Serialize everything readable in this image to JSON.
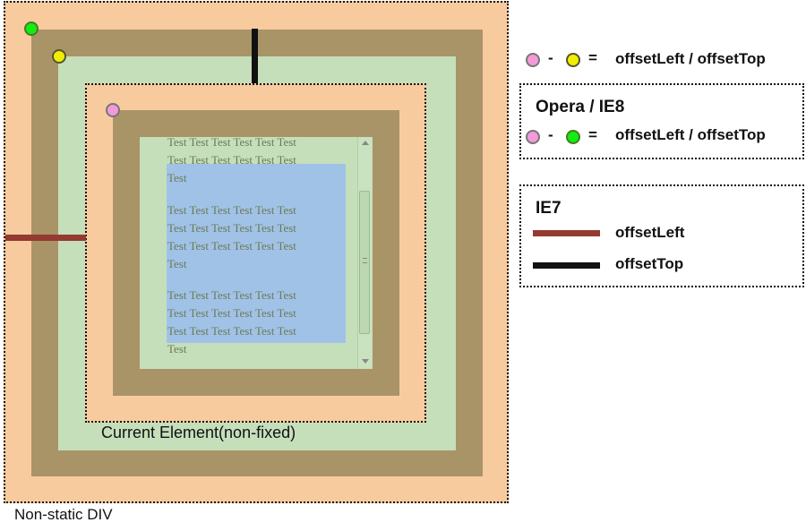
{
  "outer_label": "Non-static DIV",
  "current_label": "Current Element(non-fixed)",
  "content_lines": [
    "Test Test Test Test Test Test",
    "Test Test Test Test Test Test",
    "Test",
    "",
    "Test Test Test Test Test Test",
    "Test Test Test Test Test Test",
    "Test Test Test Test Test Test",
    "Test",
    "",
    "Test Test Test Test Test Test",
    "Test Test Test Test Test Test",
    "Test Test Test Test Test Test",
    "Test"
  ],
  "legend": {
    "top": {
      "dash": "-",
      "equals": "=",
      "text": "offsetLeft / offsetTop"
    },
    "opera": {
      "title": "Opera / IE8",
      "dash": "-",
      "equals": "=",
      "text": "offsetLeft / offsetTop"
    },
    "ie7": {
      "title": "IE7",
      "left_text": "offsetLeft",
      "top_text": "offsetTop"
    }
  },
  "colors": {
    "orange": "#f8cb9f",
    "tan": "#a99467",
    "green_light": "#c5dfbb",
    "blue": "#a0c2e7",
    "offset_left_line": "#943a31",
    "offset_top_line": "#111111"
  }
}
